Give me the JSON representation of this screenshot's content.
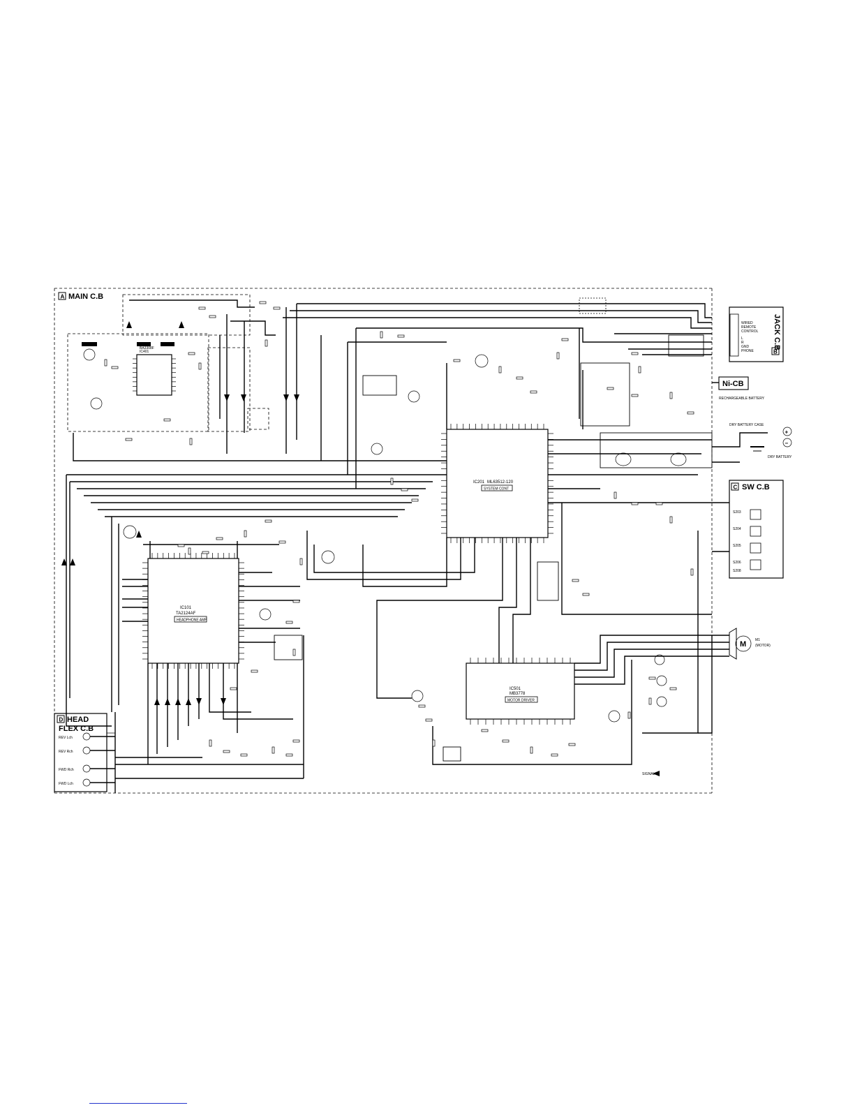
{
  "boards": {
    "main": {
      "letter": "A",
      "title": "MAIN C.B"
    },
    "jack": {
      "letter": "B",
      "title": "JACK C.B"
    },
    "sw": {
      "letter": "C",
      "title": "SW C.B"
    },
    "head": {
      "letter": "D",
      "title": "HEAD",
      "subtitle": "FLEX C.B"
    },
    "ni": {
      "title": "Ni-CB"
    }
  },
  "ics": {
    "ic101": {
      "ref": "IC101",
      "part": "TA2124AF",
      "tag": "HEADPHONE AMP"
    },
    "ic201": {
      "ref": "IC201",
      "part": "ML63512-120",
      "tag": "SYSTEM CONT"
    },
    "ic501": {
      "ref": "IC501",
      "part": "MB3778",
      "tag": "MOTOR DRIVER"
    },
    "ic401": {
      "ref": "IC401",
      "part": "BA3308F"
    }
  },
  "jack_pins": [
    "WIRED",
    "REMOTE",
    "CONTROL",
    "L",
    "R",
    "GND",
    "PHONE"
  ],
  "head_ports": [
    "REV Lch",
    "REV Rch",
    "FWD Rch",
    "FWD Lch"
  ],
  "sw_items": [
    "S203",
    "S204",
    "S205",
    "S206",
    "S208"
  ],
  "labels": {
    "motor": "M",
    "motor_ref": "M1",
    "motor_caption": "(MOTOR)",
    "battery_plus": "+",
    "battery_minus": "−",
    "battery_caption": "DRY BATTERY",
    "mode_label": "SIGNAL",
    "rechargeable": "RECHARGEABLE BATTERY",
    "battery_case": "DRY BATTERY CASE"
  }
}
